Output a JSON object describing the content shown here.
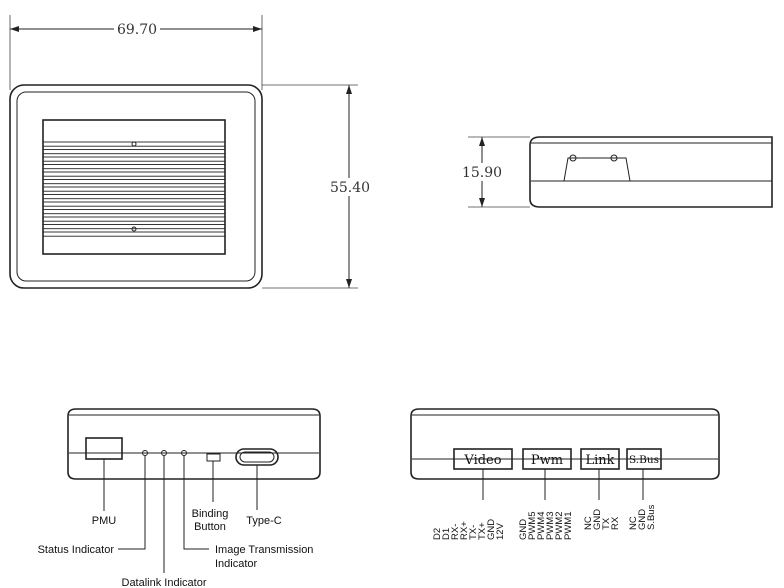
{
  "top_view": {
    "width_dim": "69.70",
    "height_dim": "55.40"
  },
  "side_view": {
    "thickness_dim": "15.90"
  },
  "front_view": {
    "pmu": "PMU",
    "status_indicator": "Status Indicator",
    "datalink_indicator": "Datalink Indicator",
    "binding_button_line1": "Binding",
    "binding_button_line2": "Button",
    "type_c": "Type-C",
    "image_transmission_line1": "Image Transmission",
    "image_transmission_line2": "Indicator"
  },
  "rear_view": {
    "ports": [
      {
        "name": "Video",
        "pins": [
          "D2",
          "D1",
          "RX-",
          "RX+",
          "TX-",
          "TX+",
          "GND",
          "12V"
        ]
      },
      {
        "name": "Pwm",
        "pins": [
          "GND",
          "PWM5",
          "PWM4",
          "PWM3",
          "PWM2",
          "PWM1"
        ]
      },
      {
        "name": "Link",
        "pins": [
          "NC",
          "GND",
          "TX",
          "RX"
        ]
      },
      {
        "name": "S.Bus",
        "pins": [
          "NC",
          "GND",
          "S.Bus"
        ]
      }
    ]
  },
  "colors": {
    "line": "#222222",
    "text": "#111111",
    "dimension_text": "#333333"
  }
}
